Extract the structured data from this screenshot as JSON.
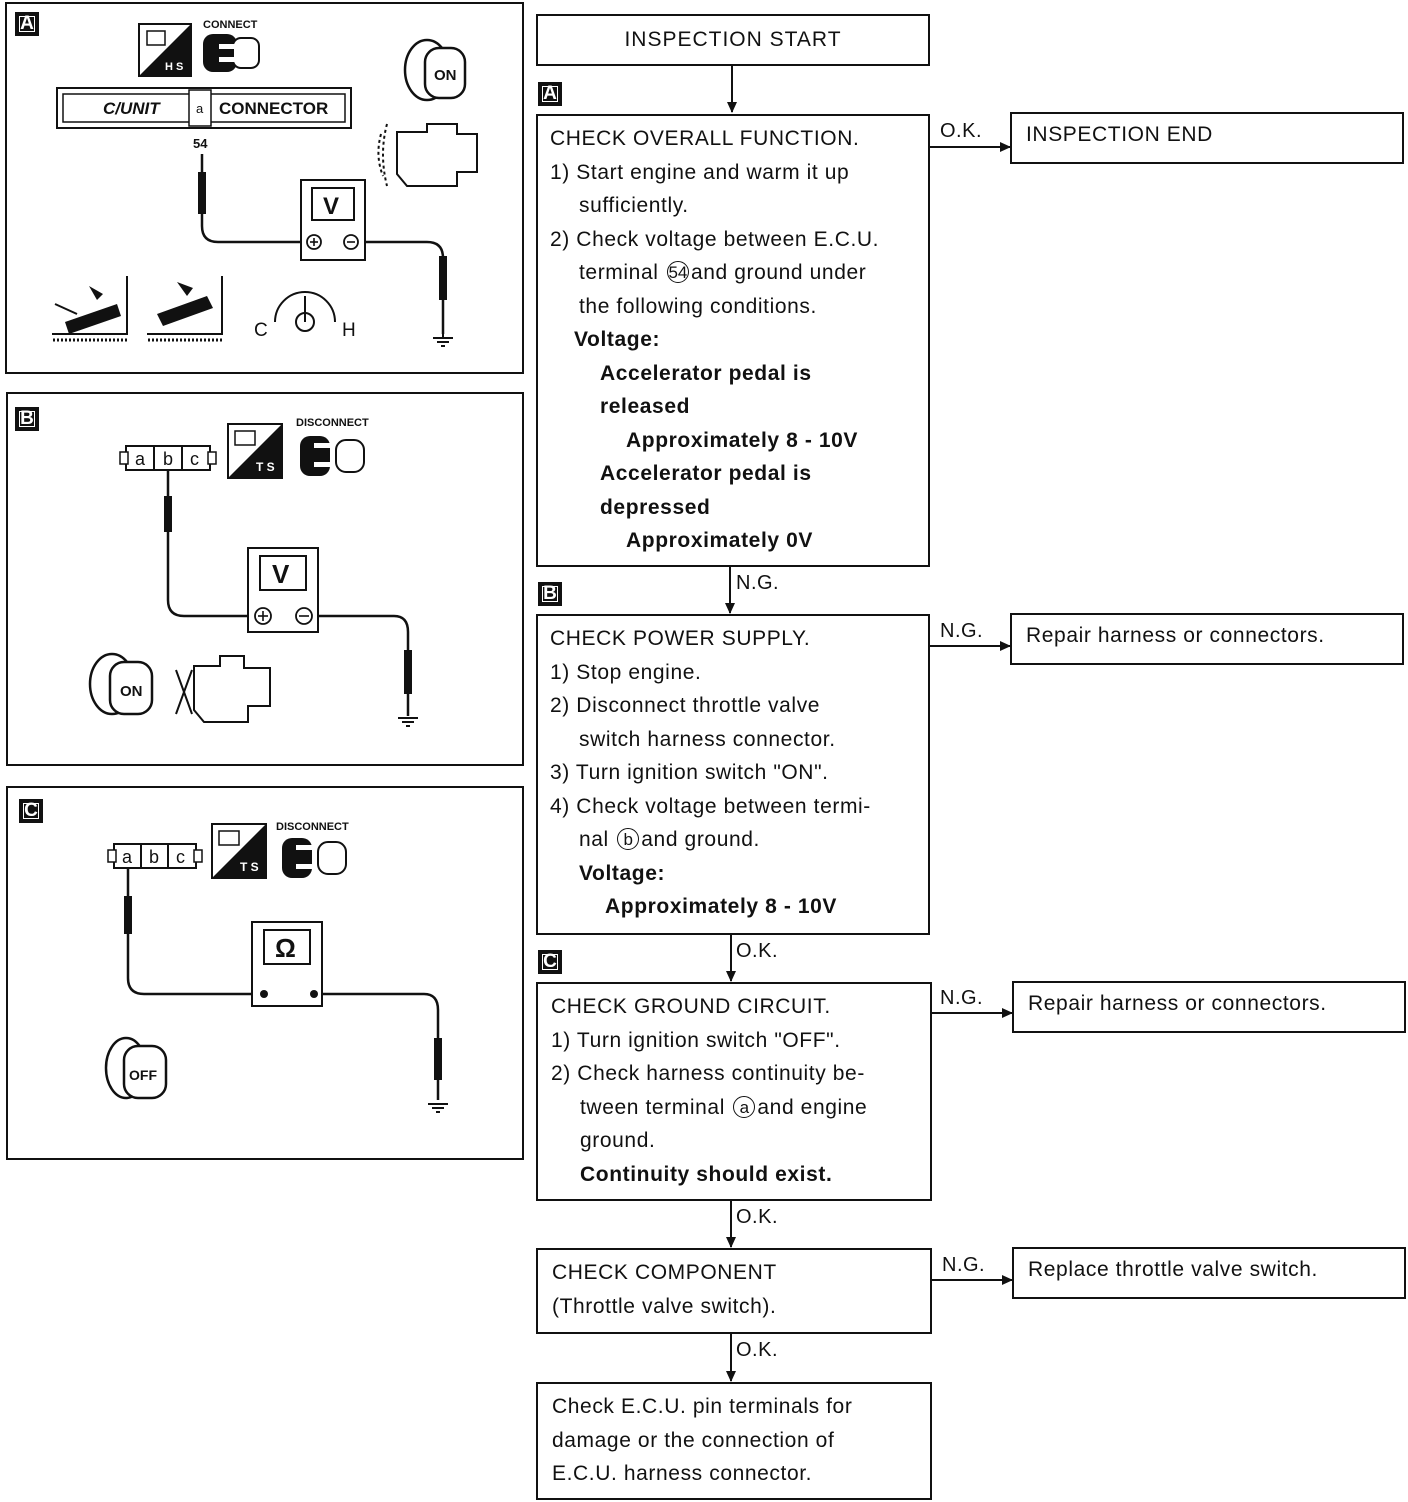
{
  "panels": {
    "a": {
      "tag": "A",
      "connect_label": "CONNECT",
      "hs_label": "H S",
      "unit_label": "C/UNIT",
      "pin_label": "a",
      "connector_label": "CONNECTOR",
      "terminal_label": "54",
      "meter_label": "V",
      "switch_label": "ON",
      "gauge_c": "C",
      "gauge_h": "H"
    },
    "b": {
      "tag": "B",
      "pins": [
        "a",
        "b",
        "c"
      ],
      "ts_label": "T S",
      "disconnect_label": "DISCONNECT",
      "meter_label": "V",
      "switch_label": "ON"
    },
    "c": {
      "tag": "C",
      "pins": [
        "a",
        "b",
        "c"
      ],
      "ts_label": "T S",
      "disconnect_label": "DISCONNECT",
      "meter_label": "Ω",
      "switch_label": "OFF"
    }
  },
  "flow": {
    "start": "INSPECTION START",
    "tag_a": "A",
    "tag_b": "B",
    "tag_c": "C",
    "step_a": {
      "title": "CHECK OVERALL FUNCTION.",
      "s1a": "1) Start engine and warm it up",
      "s1b": "sufficiently.",
      "s2a": "2) Check voltage between E.C.U.",
      "s2b_pre": "terminal",
      "s2b_circle": "54",
      "s2b_post": "and ground under",
      "s2c": "the following conditions.",
      "voltage": "Voltage:",
      "c1a": "Accelerator pedal is",
      "c1b": "released",
      "v1": "Approximately 8 - 10V",
      "c2a": "Accelerator pedal is",
      "c2b": "depressed",
      "v2": "Approximately 0V"
    },
    "ok_a": "O.K.",
    "end": "INSPECTION END",
    "ng_a": "N.G.",
    "step_b": {
      "title": "CHECK POWER SUPPLY.",
      "s1": "1) Stop engine.",
      "s2a": "2) Disconnect throttle valve",
      "s2b": "switch harness connector.",
      "s3": "3) Turn ignition switch \"ON\".",
      "s4a": "4) Check voltage between termi-",
      "s4b_pre": "nal",
      "s4b_circle": "b",
      "s4b_post": "and ground.",
      "voltage": "Voltage:",
      "v": "Approximately 8 - 10V"
    },
    "ng_b": "N.G.",
    "repair_b": "Repair harness or connectors.",
    "ok_b": "O.K.",
    "step_c": {
      "title": "CHECK GROUND CIRCUIT.",
      "s1": "1) Turn ignition switch \"OFF\".",
      "s2a": "2) Check harness continuity be-",
      "s2b_pre": "tween terminal",
      "s2b_circle": "a",
      "s2b_post": "and engine",
      "s2c": "ground.",
      "result": "Continuity should exist."
    },
    "ng_c": "N.G.",
    "repair_c": "Repair harness or connectors.",
    "ok_c": "O.K.",
    "component": {
      "l1": "CHECK COMPONENT",
      "l2": "(Throttle valve switch)."
    },
    "ng_d": "N.G.",
    "replace": "Replace throttle valve switch.",
    "ok_d": "O.K.",
    "final": {
      "l1": "Check E.C.U. pin terminals for",
      "l2": "damage or the connection of",
      "l3": "E.C.U. harness connector."
    }
  }
}
